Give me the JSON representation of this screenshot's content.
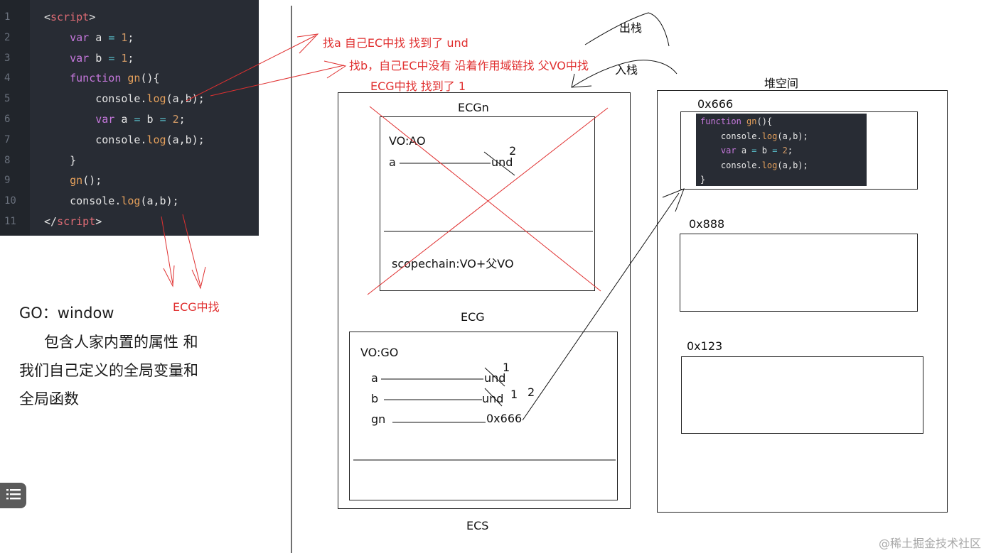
{
  "code": {
    "lines": [
      {
        "n": "1",
        "tokens": [
          {
            "t": "<",
            "c": "tag"
          },
          {
            "t": "script",
            "c": "kw-tag"
          },
          {
            "t": ">",
            "c": "tag"
          }
        ]
      },
      {
        "n": "2",
        "tokens": [
          {
            "t": "    "
          },
          {
            "t": "var",
            "c": "kw"
          },
          {
            "t": " a "
          },
          {
            "t": "=",
            "c": "op"
          },
          {
            "t": " "
          },
          {
            "t": "1",
            "c": "num"
          },
          {
            "t": ";"
          }
        ]
      },
      {
        "n": "3",
        "tokens": [
          {
            "t": "    "
          },
          {
            "t": "var",
            "c": "kw"
          },
          {
            "t": " b "
          },
          {
            "t": "=",
            "c": "op"
          },
          {
            "t": " "
          },
          {
            "t": "1",
            "c": "num"
          },
          {
            "t": ";"
          }
        ]
      },
      {
        "n": "4",
        "tokens": [
          {
            "t": "    "
          },
          {
            "t": "function",
            "c": "kw"
          },
          {
            "t": " "
          },
          {
            "t": "gn",
            "c": "fn"
          },
          {
            "t": "(){"
          }
        ]
      },
      {
        "n": "5",
        "tokens": [
          {
            "t": "        console."
          },
          {
            "t": "log",
            "c": "fn"
          },
          {
            "t": "(a,b);"
          }
        ]
      },
      {
        "n": "6",
        "tokens": [
          {
            "t": "        "
          },
          {
            "t": "var",
            "c": "kw"
          },
          {
            "t": " a "
          },
          {
            "t": "=",
            "c": "op"
          },
          {
            "t": " b "
          },
          {
            "t": "=",
            "c": "op"
          },
          {
            "t": " "
          },
          {
            "t": "2",
            "c": "num"
          },
          {
            "t": ";"
          }
        ]
      },
      {
        "n": "7",
        "tokens": [
          {
            "t": "        console."
          },
          {
            "t": "log",
            "c": "fn"
          },
          {
            "t": "(a,b);"
          }
        ]
      },
      {
        "n": "8",
        "tokens": [
          {
            "t": "    }"
          }
        ]
      },
      {
        "n": "9",
        "tokens": [
          {
            "t": "    "
          },
          {
            "t": "gn",
            "c": "fn"
          },
          {
            "t": "();"
          }
        ]
      },
      {
        "n": "10",
        "tokens": [
          {
            "t": "    console."
          },
          {
            "t": "log",
            "c": "fn"
          },
          {
            "t": "(a,b);"
          }
        ]
      },
      {
        "n": "11",
        "tokens": [
          {
            "t": "</",
            "c": "tag"
          },
          {
            "t": "script",
            "c": "kw-tag"
          },
          {
            "t": ">",
            "c": "tag"
          }
        ]
      }
    ]
  },
  "go": {
    "title": "GO：window",
    "line1": "包含人家内置的属性 和",
    "line2": "我们自己定义的全局变量和",
    "line3": "全局函数"
  },
  "annotations": {
    "find_a": "找a  自己EC中找  找到了  und",
    "find_b": "找b，自己EC中没有  沿着作用域链找  父VO中找",
    "find_b_2": "ECG中找  找到了  1",
    "ecg_find": "ECG中找",
    "push_stack": "入栈",
    "pop_stack": "出栈"
  },
  "ecs": {
    "label": "ECS",
    "ecgn": {
      "label": "ECGn",
      "vo_label": "VO:AO",
      "a_name": "a",
      "a_val": "und",
      "a_new": "2",
      "scopechain": "scopechain:VO+父VO"
    },
    "ecg": {
      "label": "ECG",
      "vo_label": "VO:GO",
      "a_name": "a",
      "a_val": "und",
      "a_new": "1",
      "b_name": "b",
      "b_val": "und",
      "b_new": "1",
      "b_new2": "2",
      "gn_name": "gn",
      "gn_val": "0x666"
    }
  },
  "heap": {
    "label": "堆空间",
    "addr1": "0x666",
    "addr2": "0x888",
    "addr3": "0x123",
    "snippet": [
      [
        {
          "t": "function",
          "c": "kw"
        },
        {
          "t": " "
        },
        {
          "t": "gn",
          "c": "fn"
        },
        {
          "t": "(){"
        }
      ],
      [
        {
          "t": "    console."
        },
        {
          "t": "log",
          "c": "fn"
        },
        {
          "t": "(a,b);"
        }
      ],
      [
        {
          "t": "    "
        },
        {
          "t": "var",
          "c": "kw"
        },
        {
          "t": " a "
        },
        {
          "t": "=",
          "c": "op"
        },
        {
          "t": " b "
        },
        {
          "t": "=",
          "c": "op"
        },
        {
          "t": " "
        },
        {
          "t": "2",
          "c": "num"
        },
        {
          "t": ";"
        }
      ],
      [
        {
          "t": "    console."
        },
        {
          "t": "log",
          "c": "fn"
        },
        {
          "t": "(a,b);"
        }
      ],
      [
        {
          "t": "}"
        }
      ]
    ]
  },
  "watermark": "@稀土掘金技术社区",
  "icons": {
    "toc": "list-icon"
  }
}
